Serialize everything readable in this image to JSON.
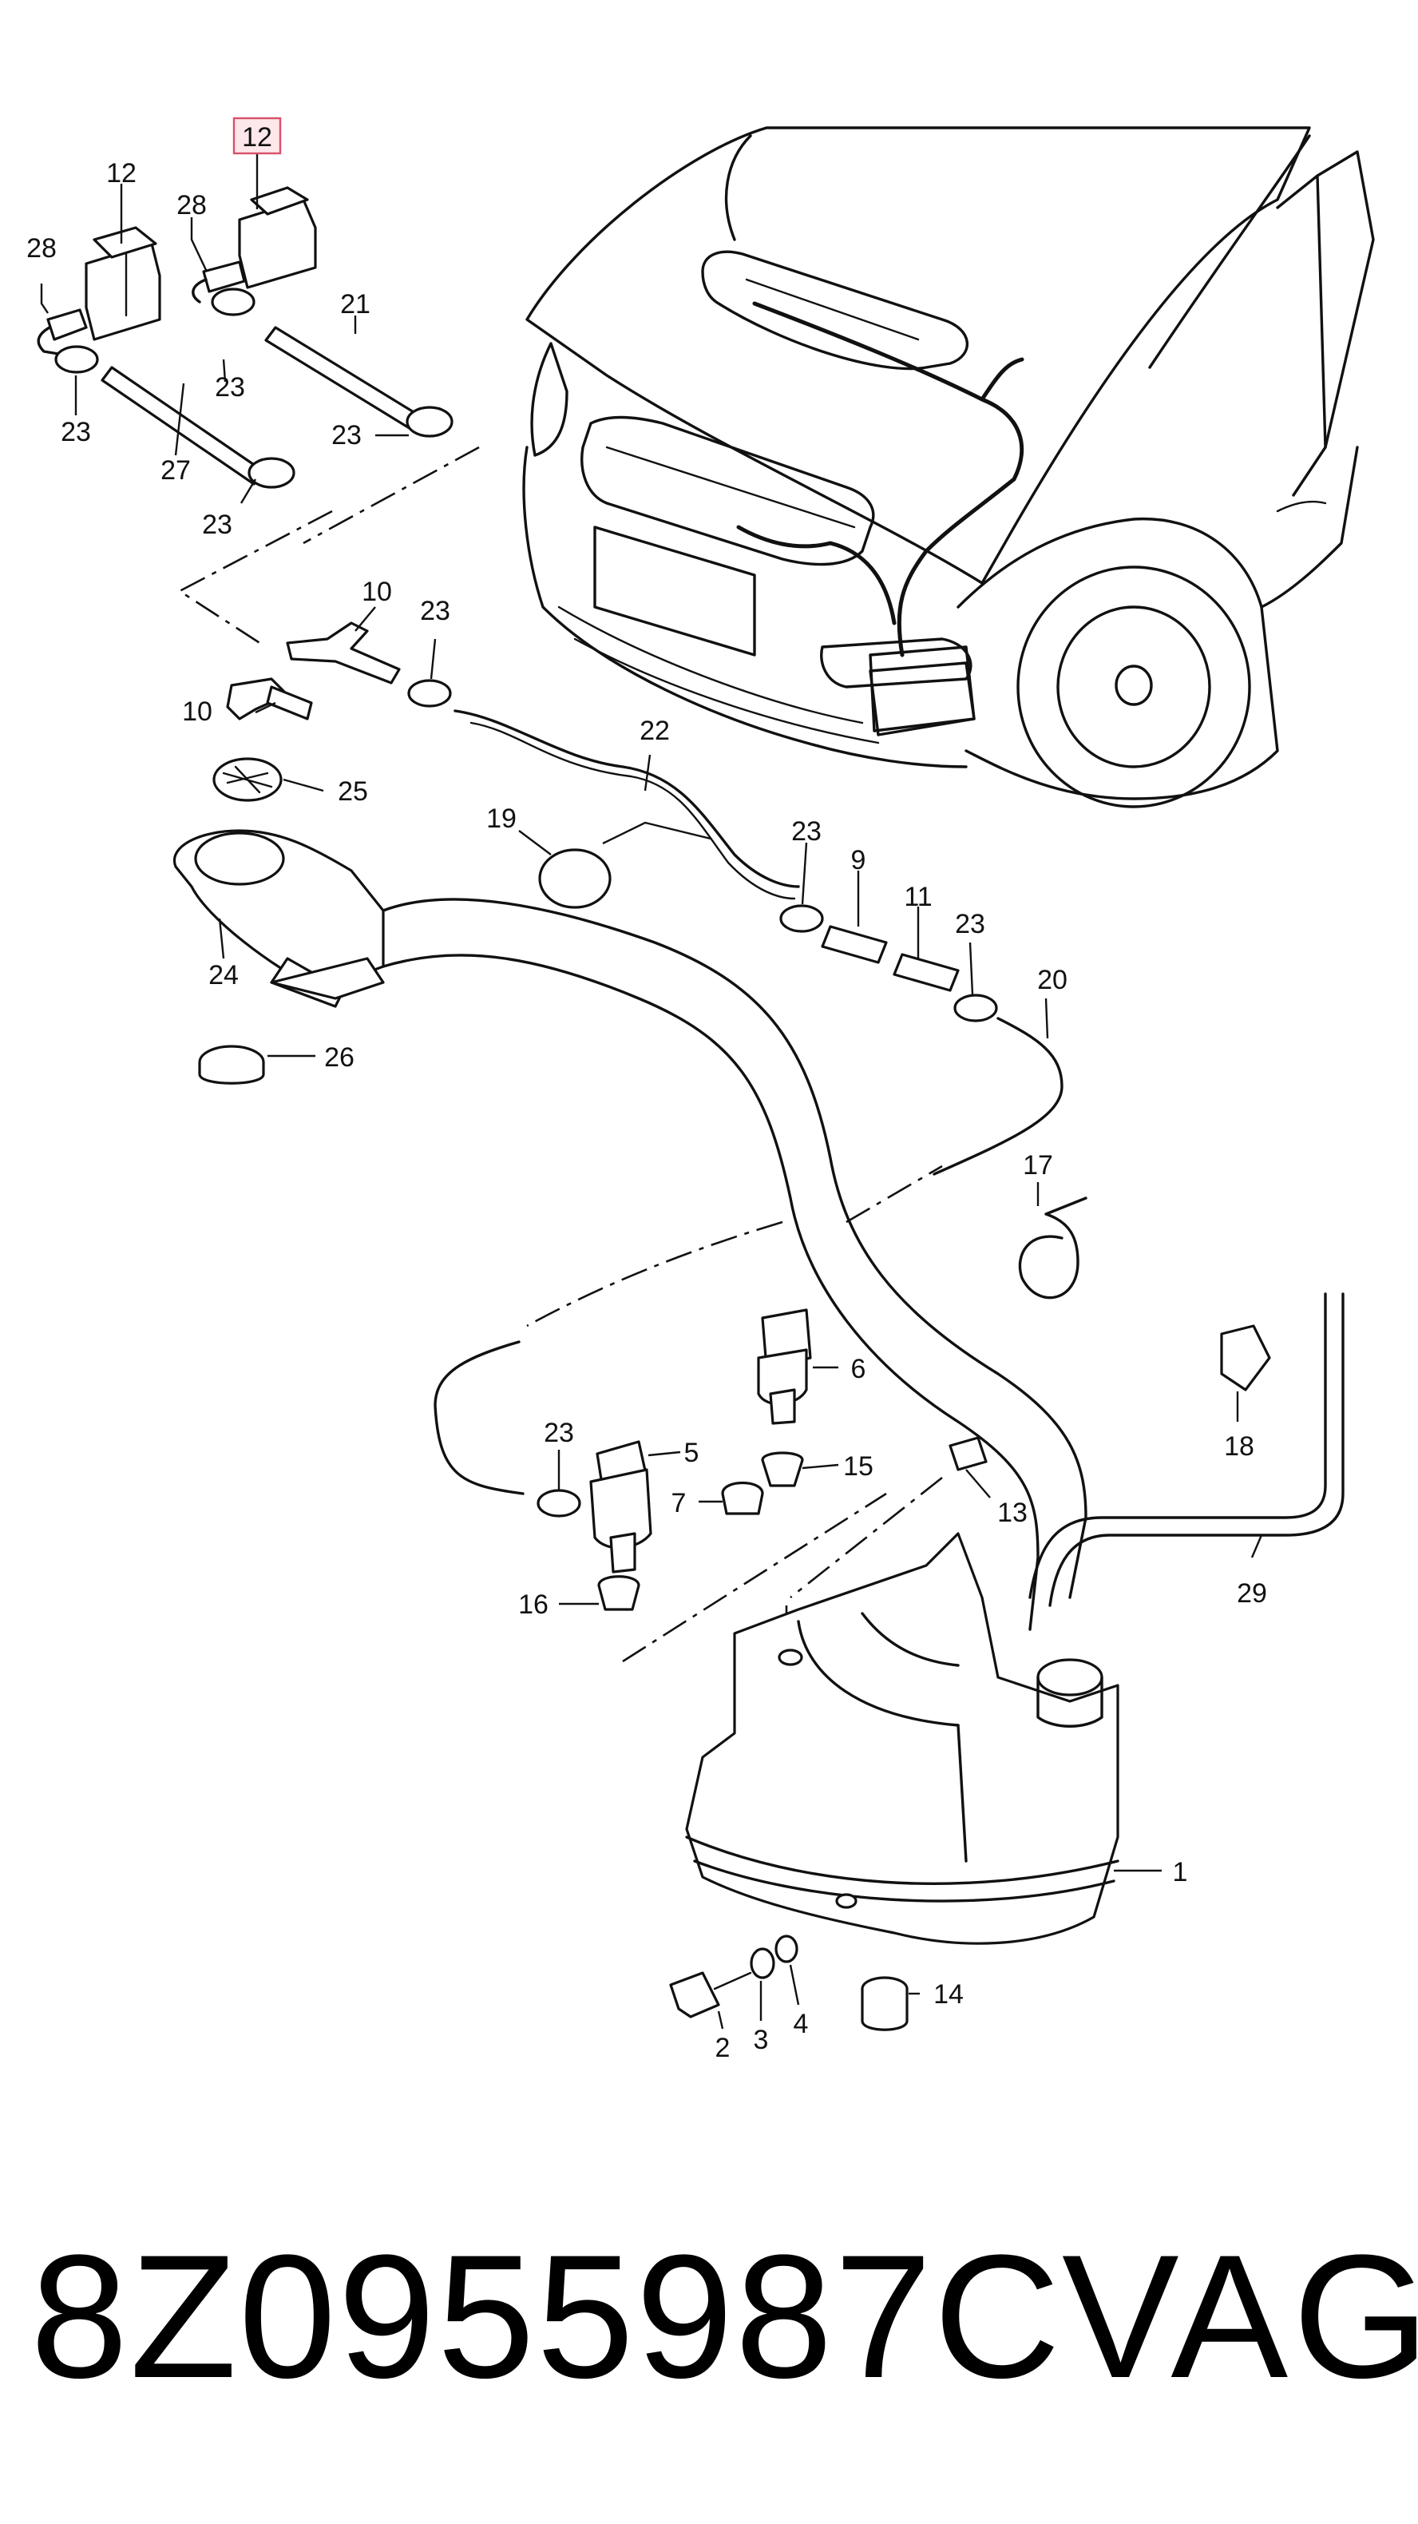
{
  "footer": {
    "part_number": "8Z0955987C",
    "brand": "VAG"
  },
  "callouts": {
    "highlighted": "12",
    "n12a": "12",
    "n28a": "28",
    "n28b": "28",
    "n21": "21",
    "n23a": "23",
    "n23b": "23",
    "n23c": "23",
    "n27": "27",
    "n23d": "23",
    "n10a": "10",
    "n23e": "23",
    "n10b": "10",
    "n25": "25",
    "n22": "22",
    "n19": "19",
    "n24": "24",
    "n23f": "23",
    "n9": "9",
    "n11": "11",
    "n23g": "23",
    "n26": "26",
    "n20": "20",
    "n17": "17",
    "n6": "6",
    "n18": "18",
    "n23h": "23",
    "n5": "5",
    "n15": "15",
    "n7": "7",
    "n13": "13",
    "n29": "29",
    "n16": "16",
    "n1": "1",
    "n2": "2",
    "n3": "3",
    "n4": "4",
    "n14": "14"
  }
}
